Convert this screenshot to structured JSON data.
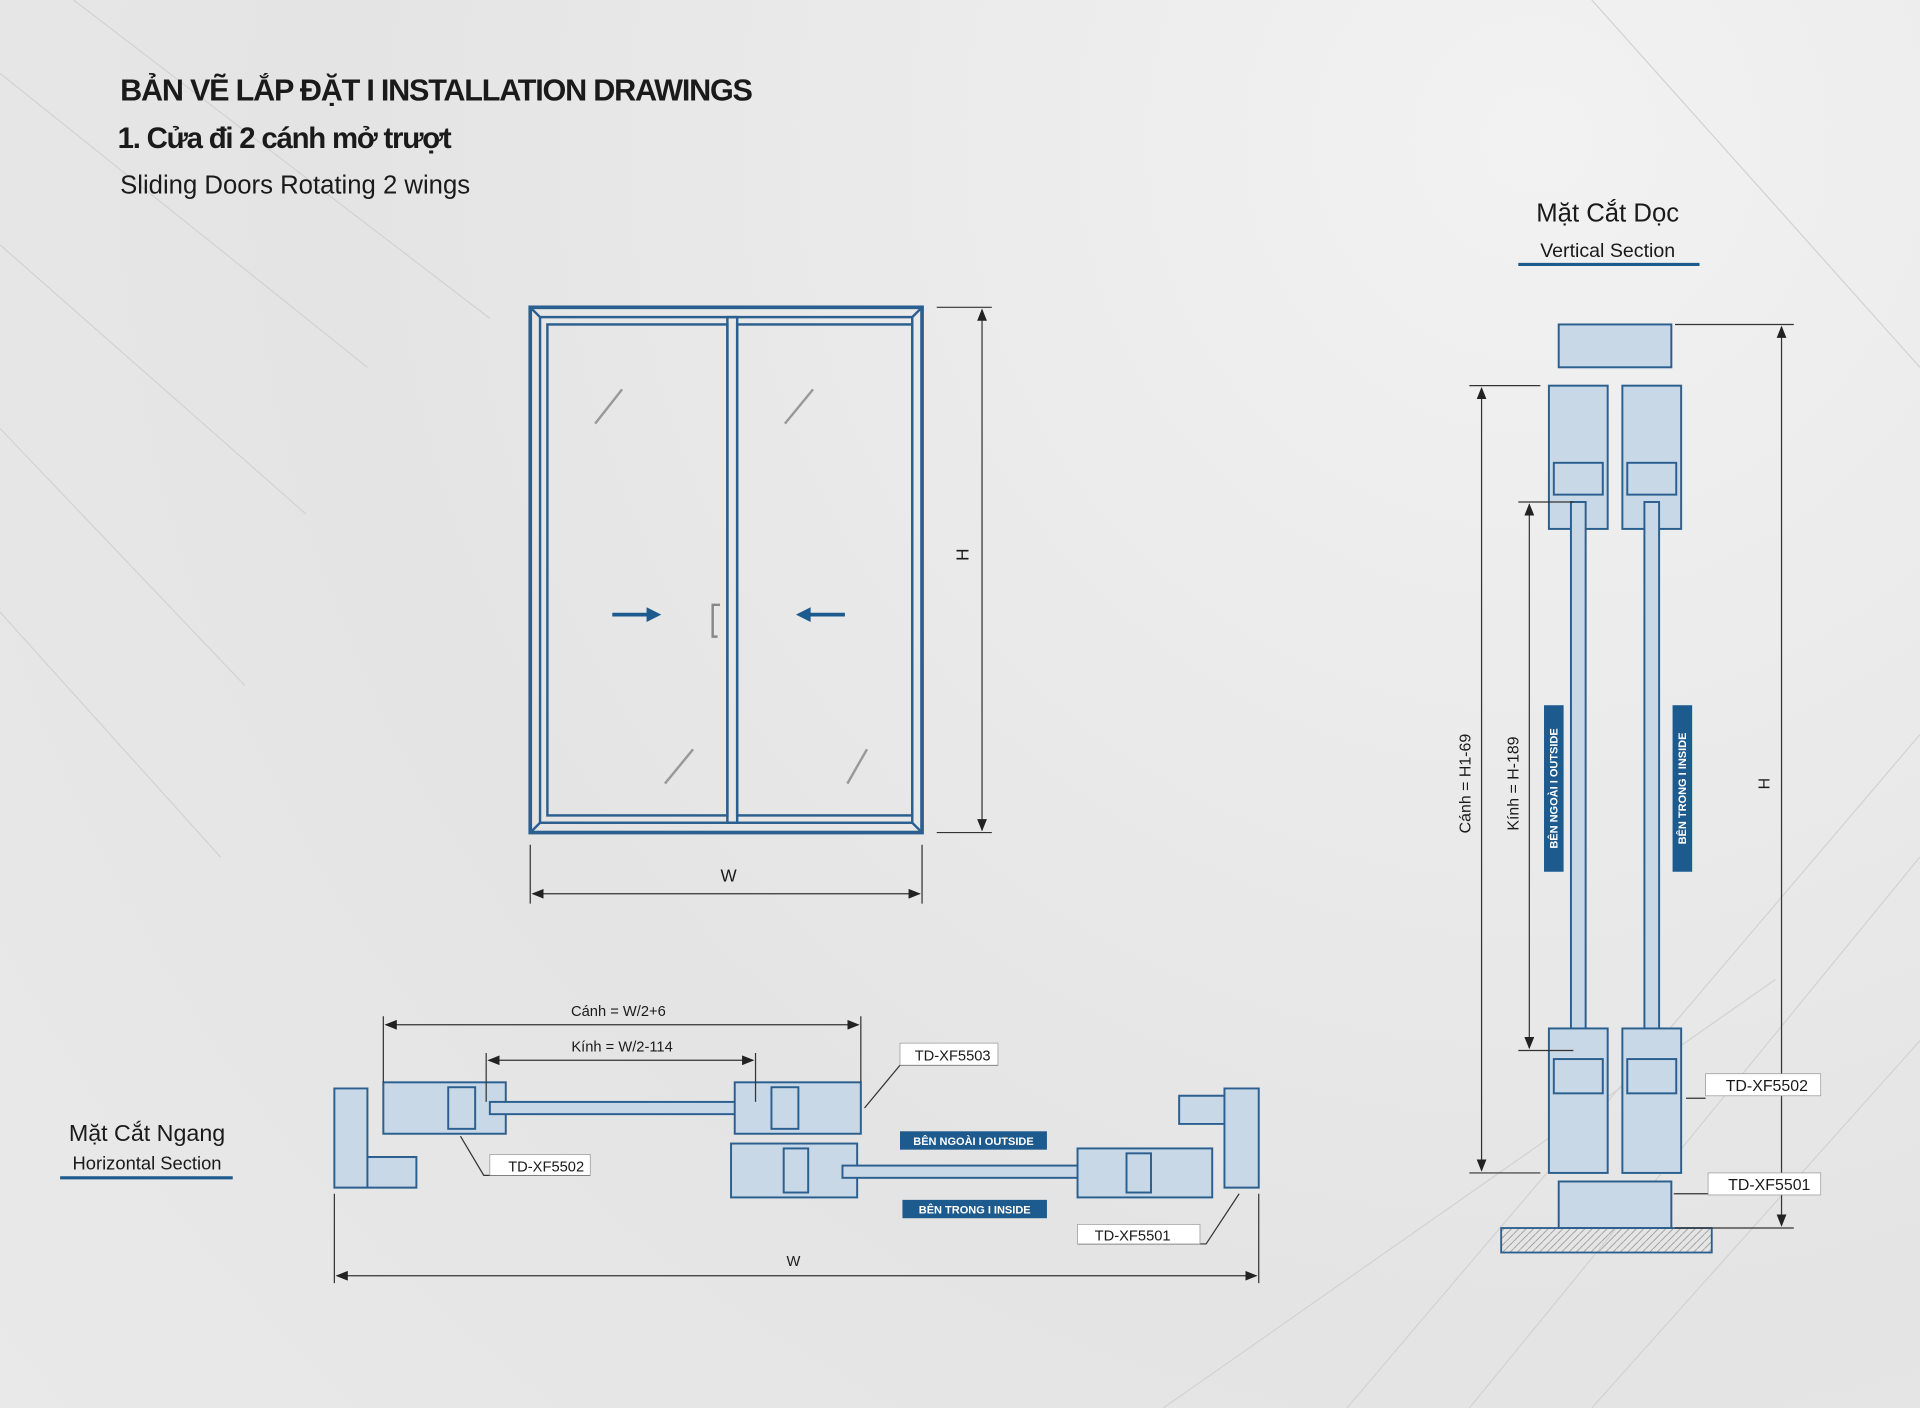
{
  "header": {
    "title": "BẢN VẼ LẮP ĐẶT  I  INSTALLATION DRAWINGS",
    "subtitle": "1. Cửa đi 2 cánh mở trượt",
    "subtitle_en": "Sliding Doors Rotating 2 wings"
  },
  "elevation": {
    "height_label": "H",
    "width_label": "W"
  },
  "horizontal_section": {
    "title": "Mặt Cắt Ngang",
    "title_en": "Horizontal Section",
    "dim_sash": "Cánh = W/2+6",
    "dim_glass": "Kính = W/2-114",
    "dim_width": "W",
    "part_5503": "TD-XF5503",
    "part_5502": "TD-XF5502",
    "part_5501": "TD-XF5501",
    "outside": "BÊN NGOÀI I OUTSIDE",
    "inside": "BÊN TRONG I INSIDE"
  },
  "vertical_section": {
    "title": "Mặt Cắt Dọc",
    "title_en": "Vertical Section",
    "dim_sash": "Cánh = H1-69",
    "dim_glass": "Kính = H-189",
    "dim_height": "H",
    "part_5502": "TD-XF5502",
    "part_5501": "TD-XF5501",
    "outside": "BÊN NGOÀI I OUTSIDE",
    "inside": "BÊN TRONG I INSIDE"
  },
  "colors": {
    "accent": "#1d5a8e",
    "profile": "#c9d8e6"
  }
}
